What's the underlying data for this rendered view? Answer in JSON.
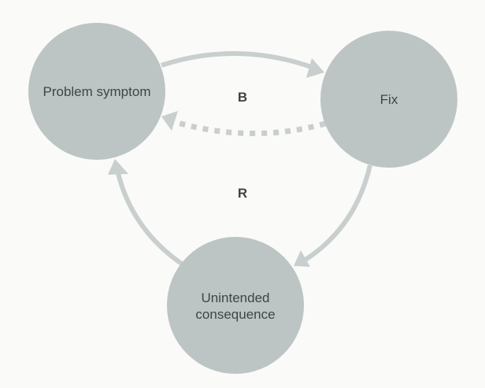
{
  "diagram": {
    "nodes": {
      "problem": {
        "label": "Problem symptom"
      },
      "fix": {
        "label": "Fix"
      },
      "consequence": {
        "line1": "Unintended",
        "line2": "consequence"
      }
    },
    "loops": {
      "balancing": "B",
      "reinforcing": "R"
    },
    "colors": {
      "node_fill": "#bcc5c4",
      "arrow": "#c8cfce",
      "text": "#404444",
      "background": "#fafaf8"
    }
  }
}
